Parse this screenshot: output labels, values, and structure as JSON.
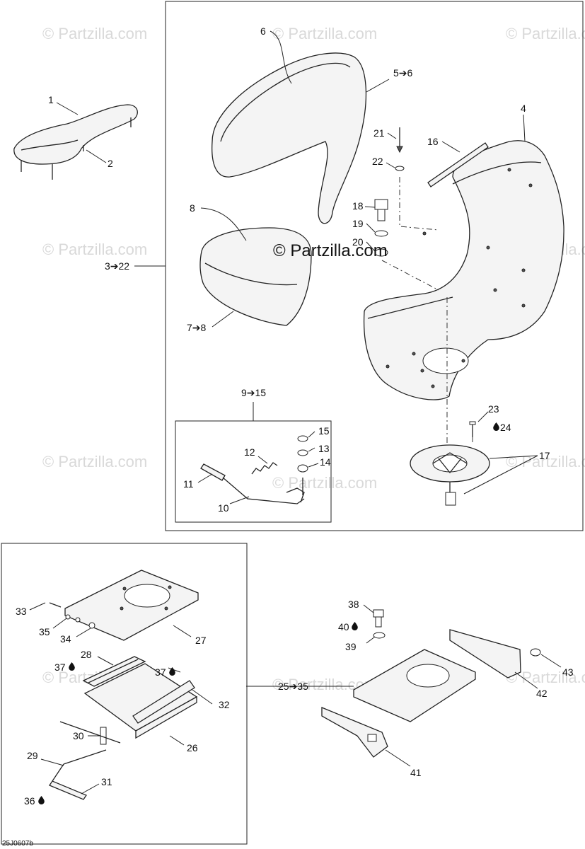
{
  "watermark": "© Partzilla.com",
  "center_watermark": "© Partzilla.com",
  "drawing_code": "25J0607b",
  "colors": {
    "line": "#222222",
    "watermark": "#d9d9d9",
    "part_fill": "#f4f4f4"
  },
  "callouts": {
    "c1": "1",
    "c2": "2",
    "c3_22": "3➔22",
    "c4": "4",
    "c5_6": "5➔6",
    "c6": "6",
    "c7_8": "7➔8",
    "c8": "8",
    "c9_15": "9➔15",
    "c10": "10",
    "c11": "11",
    "c12": "12",
    "c13": "13",
    "c14": "14",
    "c15": "15",
    "c16": "16",
    "c17": "17",
    "c18": "18",
    "c19": "19",
    "c20": "20",
    "c21": "21",
    "c22": "22",
    "c23": "23",
    "c24": "24",
    "c25_35": "25➔35",
    "c26": "26",
    "c27": "27",
    "c28": "28",
    "c29": "29",
    "c30": "30",
    "c31": "31",
    "c32": "32",
    "c33": "33",
    "c34": "34",
    "c35": "35",
    "c36": "36",
    "c37a": "37",
    "c37b": "37",
    "c38": "38",
    "c39": "39",
    "c40": "40",
    "c41": "41",
    "c42": "42",
    "c43": "43"
  },
  "icons": {
    "lubricant": "drop-icon"
  }
}
